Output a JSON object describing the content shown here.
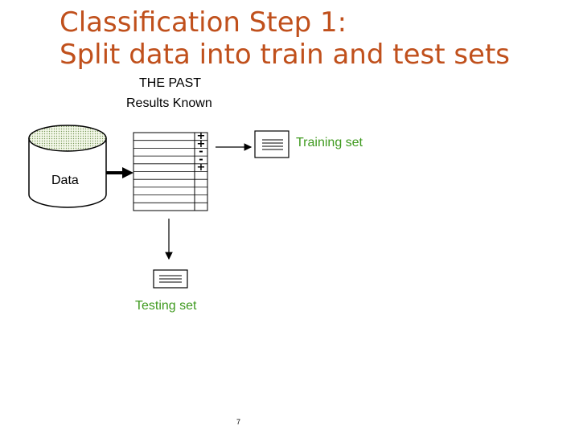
{
  "slide": {
    "title_line1": "Classification Step 1:",
    "title_line2": "Split data into train and test sets",
    "past_line1": "THE PAST",
    "past_line2": "Results Known",
    "data_label": "Data",
    "training_label": "Training set",
    "testing_label": "Testing set",
    "page_number": "7"
  },
  "table": {
    "signs": [
      "+",
      "+",
      "-",
      "-",
      "+"
    ],
    "row_count": 10
  },
  "colors": {
    "title": "#c0501c",
    "set_label": "#3f9a1f"
  }
}
